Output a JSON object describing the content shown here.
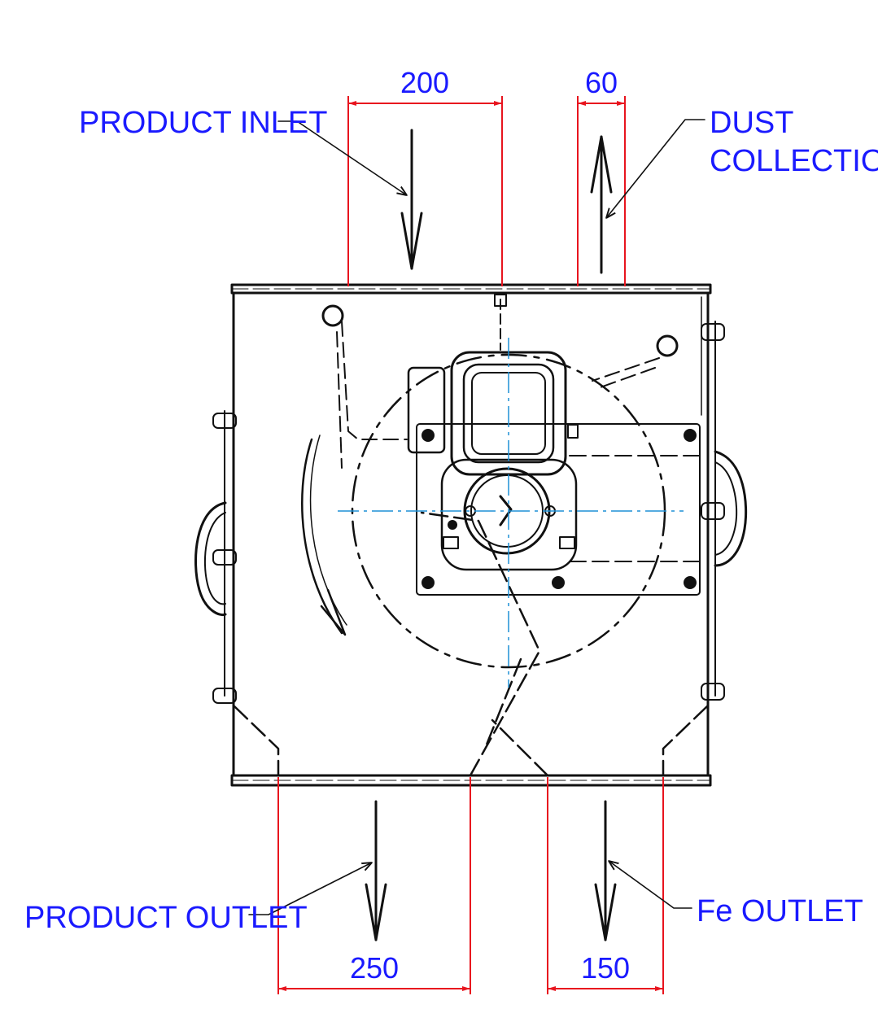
{
  "labels": {
    "product_inlet": "PRODUCT INLET",
    "dust_collection_line1": "DUST",
    "dust_collection_line2": "COLLECTION",
    "product_outlet": "PRODUCT OUTLET",
    "fe_outlet": "Fe OUTLET"
  },
  "dimensions": {
    "inlet_width": "200",
    "dust_width": "60",
    "product_outlet_width": "250",
    "fe_outlet_width": "150"
  },
  "colors": {
    "label_text": "#1a1aff",
    "dimension_line": "#e8141e",
    "center_line": "#1e90d6",
    "drawing_line": "#111111"
  }
}
